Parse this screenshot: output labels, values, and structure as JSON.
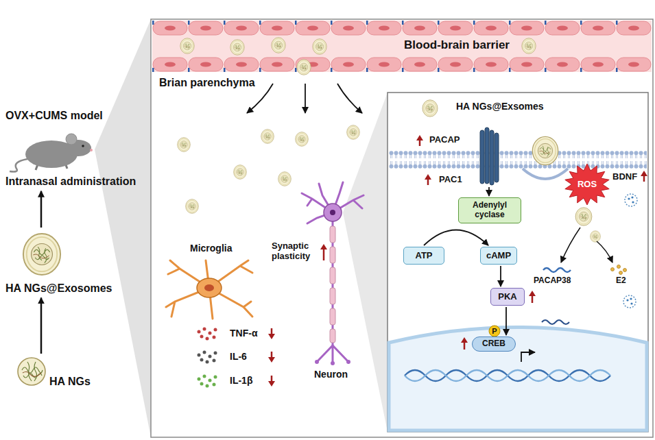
{
  "diagram": {
    "nodes": [
      {
        "text": [
          "OVX+CUMS model",
          "Intranasal administration"
        ]
      },
      {
        "text": [
          "HA NGs@Exosomes"
        ]
      },
      {
        "text": [
          "HA NGs"
        ]
      },
      {
        "text": [
          "Blood-brain barrier"
        ]
      },
      {
        "text": [
          "HA NGs@Exsomes"
        ]
      },
      {
        "text": [
          "PAC1"
        ],
        "in": 4
      },
      {
        "text": [
          "Adenylyl cyclase"
        ],
        "in": 4
      },
      {
        "text": [
          "ATP"
        ],
        "in": 4
      },
      {
        "text": [
          "cAMP"
        ],
        "in": 4
      },
      {
        "text": [
          "PKA"
        ],
        "in": 4
      },
      {
        "text": [
          "CREB"
        ],
        "in": 4
      },
      {
        "text": [
          "ROS"
        ],
        "in": 4
      }
    ],
    "edges": [
      {
        "from": 2,
        "to": 1,
        "arrow": "to"
      },
      {
        "from": 1,
        "to": 0,
        "arrow": "to"
      },
      {
        "from": 5,
        "to": 6,
        "arrow": "to"
      },
      {
        "from": 7,
        "to": 8,
        "arrow": "to"
      },
      {
        "from": 8,
        "to": 9,
        "arrow": "to"
      },
      {
        "from": 9,
        "to": 10,
        "arrow": "to"
      }
    ],
    "labels": [
      "Brian parenchyma",
      "Microglia",
      "TNF-α",
      "IL-6",
      "IL-1β",
      "Synaptic plasticity",
      "Neuron",
      "PACAP",
      "BDNF",
      "PACAP38",
      "E2",
      "P"
    ]
  }
}
